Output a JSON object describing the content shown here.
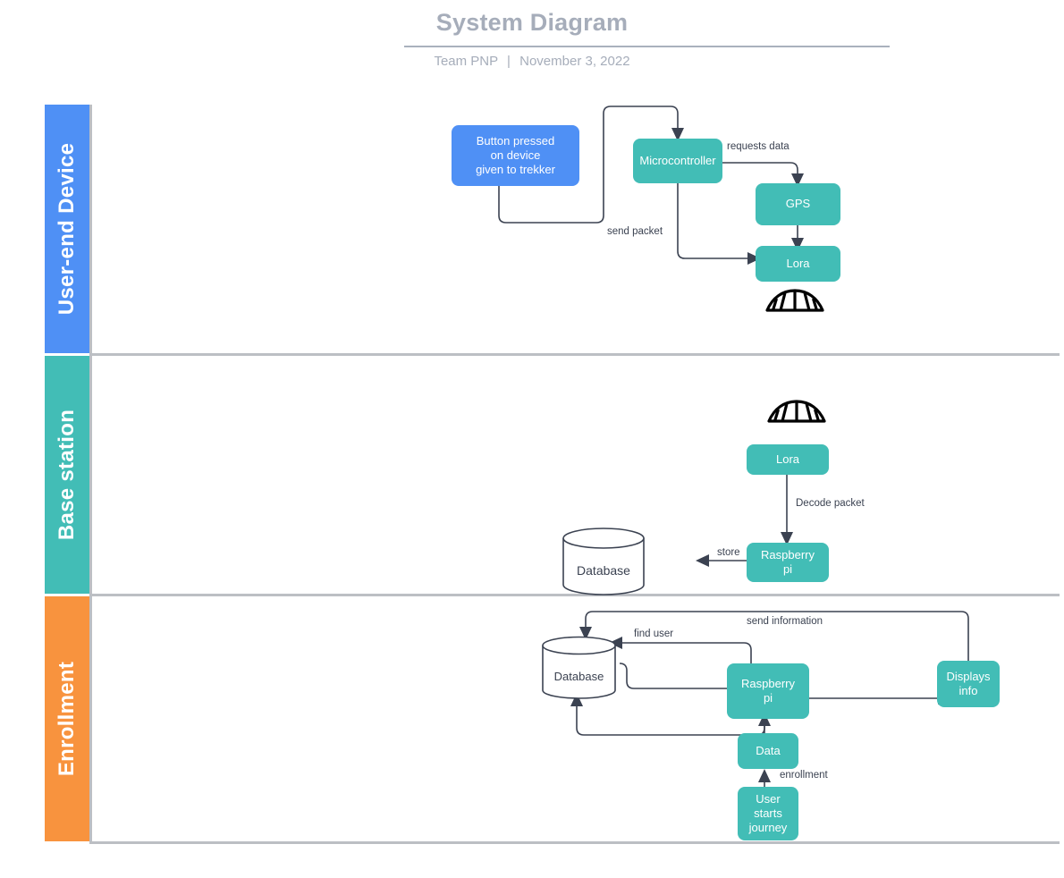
{
  "header": {
    "title": "System Diagram",
    "team": "Team PNP",
    "separator": "|",
    "date": "November 3, 2022"
  },
  "colors": {
    "lane_user_device": "#4f90f5",
    "lane_base_station": "#42bdb6",
    "lane_enrollment": "#f8933e",
    "node_teal": "#42bdb6",
    "node_blue": "#4f90f5",
    "edge_stroke": "#3b4251",
    "title_gray": "#a6adba",
    "lane_divider": "#bcbfc4"
  },
  "lanes": [
    {
      "id": "user-end-device",
      "label": "User-end Device",
      "nodes": [
        {
          "id": "button-pressed",
          "label": "Button pressed on device given to trekker",
          "shape": "rounded-rect",
          "color": "blue"
        },
        {
          "id": "microcontroller",
          "label": "Microcontroller",
          "shape": "rounded-rect",
          "color": "teal"
        },
        {
          "id": "gps",
          "label": "GPS",
          "shape": "rounded-rect",
          "color": "teal"
        },
        {
          "id": "lora-device",
          "label": "Lora",
          "shape": "rounded-rect",
          "color": "teal"
        },
        {
          "id": "antenna-device",
          "label": "",
          "shape": "antenna",
          "color": "black"
        }
      ],
      "edges": [
        {
          "from": "button-pressed",
          "to": "microcontroller",
          "label": "send packet"
        },
        {
          "from": "microcontroller",
          "to": "gps",
          "label": "requests data"
        },
        {
          "from": "gps",
          "to": "lora-device",
          "label": ""
        },
        {
          "from": "microcontroller",
          "to": "lora-device",
          "label": ""
        }
      ]
    },
    {
      "id": "base-station",
      "label": "Base station",
      "nodes": [
        {
          "id": "antenna-base",
          "label": "",
          "shape": "antenna",
          "color": "black"
        },
        {
          "id": "lora-base",
          "label": "Lora",
          "shape": "rounded-rect",
          "color": "teal"
        },
        {
          "id": "raspberry-pi-base",
          "label": "Raspberry pi",
          "shape": "rounded-rect",
          "color": "teal"
        },
        {
          "id": "database-base",
          "label": "Database",
          "shape": "cylinder",
          "color": "white"
        }
      ],
      "edges": [
        {
          "from": "lora-base",
          "to": "raspberry-pi-base",
          "label": "Decode packet"
        },
        {
          "from": "raspberry-pi-base",
          "to": "database-base",
          "label": "store"
        }
      ]
    },
    {
      "id": "enrollment",
      "label": "Enrollment",
      "nodes": [
        {
          "id": "database-enroll",
          "label": "Database",
          "shape": "cylinder",
          "color": "white"
        },
        {
          "id": "raspberry-pi-enroll",
          "label": "Raspberry pi",
          "shape": "rounded-rect",
          "color": "teal"
        },
        {
          "id": "displays-info",
          "label": "Displays info",
          "shape": "rounded-rect",
          "color": "teal"
        },
        {
          "id": "data",
          "label": "Data",
          "shape": "rounded-rect",
          "color": "teal"
        },
        {
          "id": "user-starts-journey",
          "label": "User starts journey",
          "shape": "rounded-rect",
          "color": "teal"
        }
      ],
      "edges": [
        {
          "from": "raspberry-pi-enroll",
          "to": "database-enroll",
          "label": "find user"
        },
        {
          "from": "database-enroll",
          "to": "raspberry-pi-enroll",
          "label": ""
        },
        {
          "from": "displays-info",
          "to": "database-enroll",
          "label": "send information"
        },
        {
          "from": "raspberry-pi-enroll",
          "to": "displays-info",
          "label": ""
        },
        {
          "from": "data",
          "to": "raspberry-pi-enroll",
          "label": ""
        },
        {
          "from": "raspberry-pi-enroll",
          "to": "database-enroll",
          "label": ""
        },
        {
          "from": "user-starts-journey",
          "to": "data",
          "label": "enrollment"
        }
      ]
    }
  ],
  "node_text": {
    "button_pressed_l1": "Button pressed",
    "button_pressed_l2": "on device",
    "button_pressed_l3": "given to trekker",
    "microcontroller": "Microcontroller",
    "gps": "GPS",
    "lora_device": "Lora",
    "lora_base": "Lora",
    "raspberry_pi_base_l1": "Raspberry",
    "raspberry_pi_base_l2": "pi",
    "database_base": "Database",
    "database_enroll": "Database",
    "raspberry_pi_enroll_l1": "Raspberry",
    "raspberry_pi_enroll_l2": "pi",
    "displays_info_l1": "Displays",
    "displays_info_l2": "info",
    "data": "Data",
    "user_starts_l1": "User",
    "user_starts_l2": "starts",
    "user_starts_l3": "journey"
  },
  "edge_labels": {
    "send_packet": "send packet",
    "requests_data": "requests data",
    "decode_packet": "Decode packet",
    "store": "store",
    "find_user": "find user",
    "send_information": "send information",
    "enrollment": "enrollment"
  }
}
